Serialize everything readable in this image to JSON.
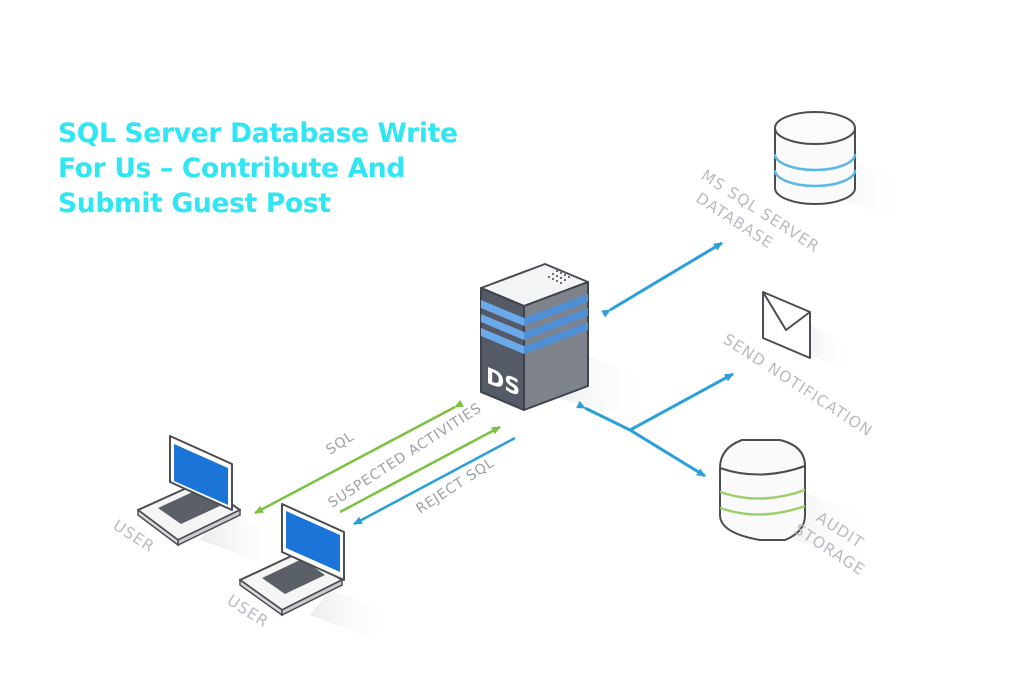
{
  "headline": {
    "line1": "SQL Server Database Write",
    "line2": "For Us – Contribute And",
    "line3": "Submit Guest Post"
  },
  "nodes": {
    "server_badge": "DS",
    "database_label_1": "MS SQL SERVER",
    "database_label_2": "DATABASE",
    "notification_label": "SEND NOTIFICATION",
    "storage_label_1": "AUDIT",
    "storage_label_2": "STORAGE",
    "user1_label": "USER",
    "user2_label": "USER"
  },
  "flows": {
    "sql": "SQL",
    "suspected": "SUSPECTED ACTIVITIES",
    "reject": "REJECT SQL"
  },
  "colors": {
    "headline": "#2fe6f2",
    "green_arrow": "#7cc242",
    "blue_arrow": "#2a9fd8",
    "label_gray": "#b8bcc2"
  }
}
